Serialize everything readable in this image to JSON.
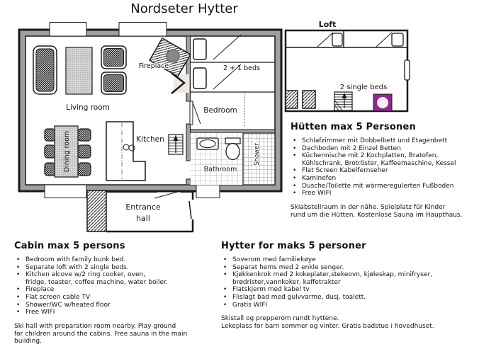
{
  "title": "Nordseter Hytter",
  "colors": {
    "wall_gray": "#a0a0a0",
    "accent_purple": "#92278F",
    "line": "#1a1a1a"
  },
  "floorplan": {
    "living_room": "Living room",
    "dining_room": "Dining room",
    "kitchen": "Kitchen",
    "fireplace": "Fireplace",
    "beds_label": "2 + 1 beds",
    "bedroom": "Bedroom",
    "bathroom": "Bathroom",
    "shower": "Shower",
    "entrance_line1": "Entrance",
    "entrance_line2": "hall"
  },
  "loft": {
    "title": "Loft",
    "beds_label": "2 single beds"
  },
  "sections": {
    "de": {
      "heading": "Hütten max 5 Personen",
      "bullets": [
        "Schlafzimmer mit Dobbelbett und Etagenbett",
        "Dachboden mit 2 Einzel Betten",
        "Küchennische mit 2 Kochplatten, Bratofen,\nKühlschrank, Brotröster, Kaffeemaschine, Kessel",
        "Flat Screen Kabelfernseher",
        "Kaminofen",
        "Dusche/Toilette mit wärmeregulerten Fußboden",
        "Free WIFI"
      ],
      "footer": "Skiabstellraum in der nähe. Spielplatz für Kinder\nrund um die Hütten. Kostenlose Sauna im Haupthaus."
    },
    "en": {
      "heading": "Cabin max 5 persons",
      "bullets": [
        "Bedroom with family bunk bed.",
        "Separate loft with 2 single beds.",
        "Kitchen alcove w/2 ring cooker, oven,\nfridge, toaster, coffee machine, water boiler.",
        "Fireplace",
        "Flat screen cable TV",
        "Shower/WC w/heated floor",
        "Free WIFI"
      ],
      "footer": "Ski hall with preparation room nearby. Play ground\nfor children around the cabins. Free sauna in the main\nbuilding."
    },
    "no": {
      "heading": "Hytter for maks 5 personer",
      "bullets": [
        "Soverom med familiekøye",
        "Separat hems med 2 enkle senger.",
        "Kjøkkenkrok med 2 kokeplater,stekeovn, kjøleskap, minifryser,\nbrødrister,vannkoker, kaffetrakter",
        "Flatskjerm med kabel tv",
        "Flislagt bad med gulvvarme, dusj, toalett.",
        "Gratis WIFI"
      ],
      "footer": "Skistall og prepperom rundt hyttene.\nLekeplass for barn sommer og vinter. Gratis badstue i hovedhuset."
    }
  }
}
